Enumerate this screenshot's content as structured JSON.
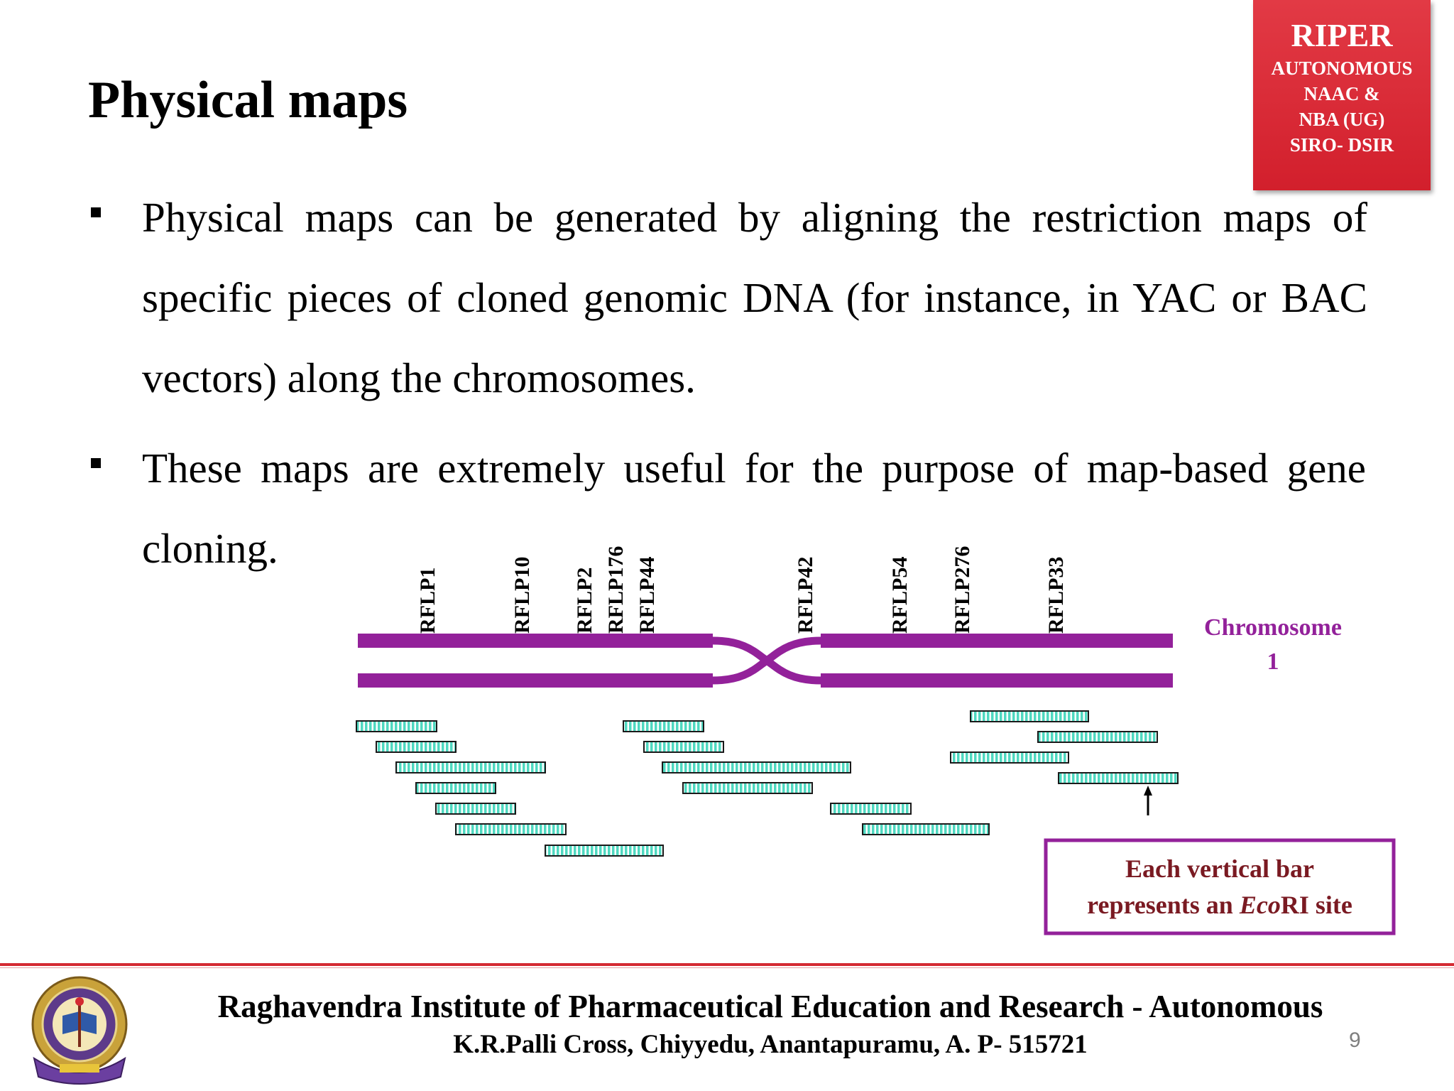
{
  "badge": {
    "title": "RIPER",
    "lines": [
      "AUTONOMOUS",
      "NAAC &",
      "NBA (UG)",
      "SIRO- DSIR"
    ]
  },
  "slide": {
    "title": "Physical maps",
    "bullets": [
      "Physical maps can be generated by aligning the  restriction maps of specific pieces of cloned genomic  DNA (for instance, in YAC or BAC vectors) along the  chromosomes.",
      "These maps are extremely useful for the purpose of  map-based gene cloning."
    ]
  },
  "figure": {
    "markers": [
      "RFLP1",
      "RFLP10",
      "RFLP2",
      "RFLP176",
      "RFLP44",
      "RFLP42",
      "RFLP54",
      "RFLP276",
      "RFLP33"
    ],
    "chromosome_label_1": "Chromosome",
    "chromosome_label_2": "1",
    "legend_line_1": "Each vertical bar",
    "legend_line_2a": "represents an ",
    "legend_italic": "Eco",
    "legend_line_2b": "RI site",
    "colors": {
      "chromosome": "#93219a",
      "clone_fill": "#4fd8c0",
      "legend_border": "#93219a",
      "legend_text": "#7a1a22",
      "chromosome_label": "#93219a"
    }
  },
  "footer": {
    "institute": "Raghavendra Institute of Pharmaceutical Education and Research - Autonomous",
    "address": "K.R.Palli Cross, Chiyyedu, Anantapuramu, A. P- 515721",
    "page_number": "9"
  }
}
